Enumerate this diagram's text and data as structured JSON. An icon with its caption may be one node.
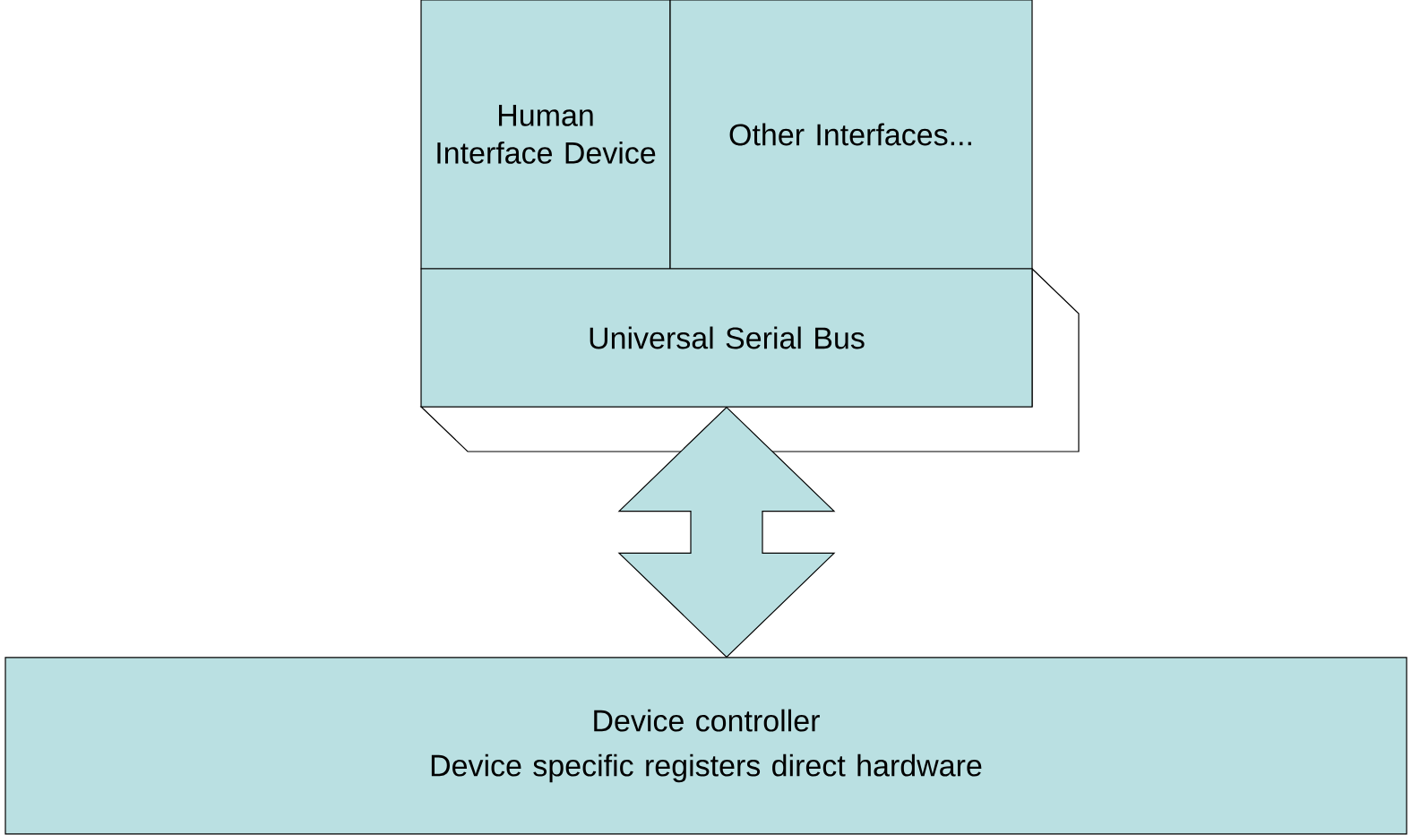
{
  "diagram": {
    "nodes": [
      {
        "text": [
          "Human Interface Device"
        ]
      },
      {
        "text": [
          "Other Interfaces..."
        ]
      },
      {
        "text": [
          "Universal Serial Bus"
        ]
      },
      {
        "text": [
          "Device controller",
          "Device specific registers direct hardware"
        ]
      }
    ],
    "edges": [
      {
        "from": 2,
        "to": 3,
        "arrow": "both"
      }
    ]
  }
}
